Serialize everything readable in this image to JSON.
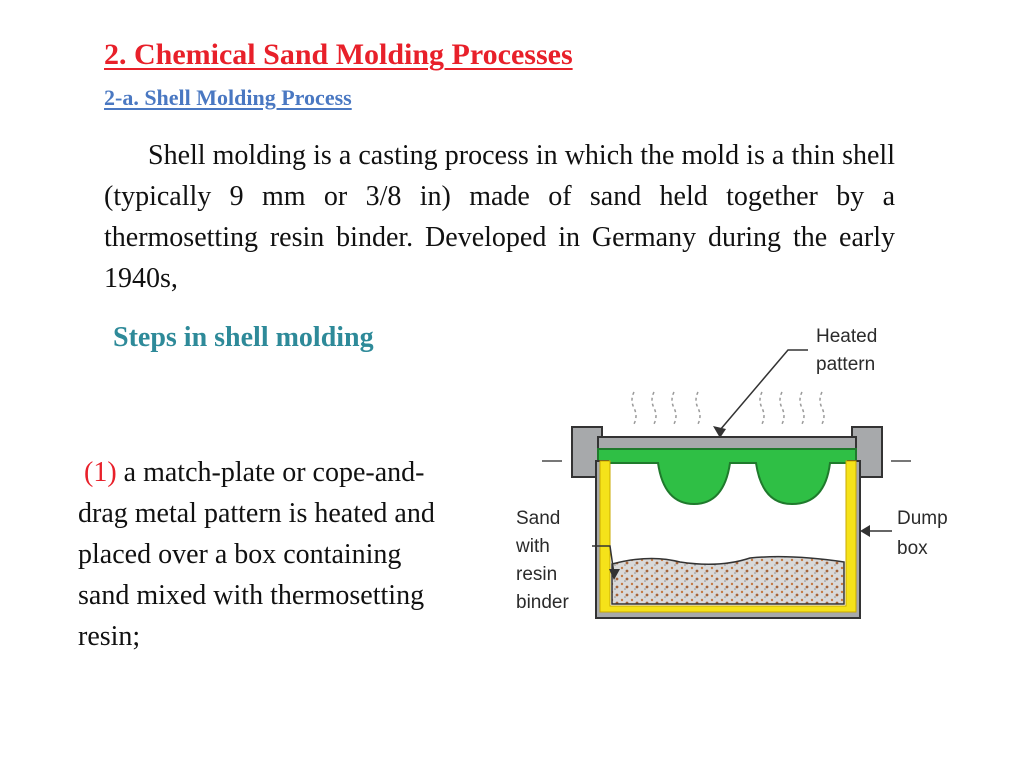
{
  "title": "2. Chemical Sand Molding Processes",
  "subtitle": "2-a. Shell Molding Process",
  "intro": "Shell molding is a casting process in which the mold is a thin shell (typically 9 mm or 3/8 in) made of sand held together by a thermosetting resin binder. Developed in Germany during the early 1940s,",
  "steps_heading": "Steps in shell molding",
  "step": {
    "number": "(1)",
    "text": " a match-plate or cope-and-drag metal pattern is heated and placed over a box containing sand mixed with thermosetting resin;"
  },
  "diagram": {
    "label_heated_1": "Heated",
    "label_heated_2": "pattern",
    "label_dump_1": "Dump",
    "label_dump_2": "box",
    "label_sand_1": "Sand",
    "label_sand_2": "with",
    "label_sand_3": "resin",
    "label_sand_4": "binder"
  },
  "colors": {
    "title": "#e8202a",
    "subtitle": "#4a78c2",
    "steps_heading": "#2e8a99",
    "pattern": "#2fbf45",
    "sand_layer": "#f5e21a",
    "box": "#a7a9ab"
  }
}
